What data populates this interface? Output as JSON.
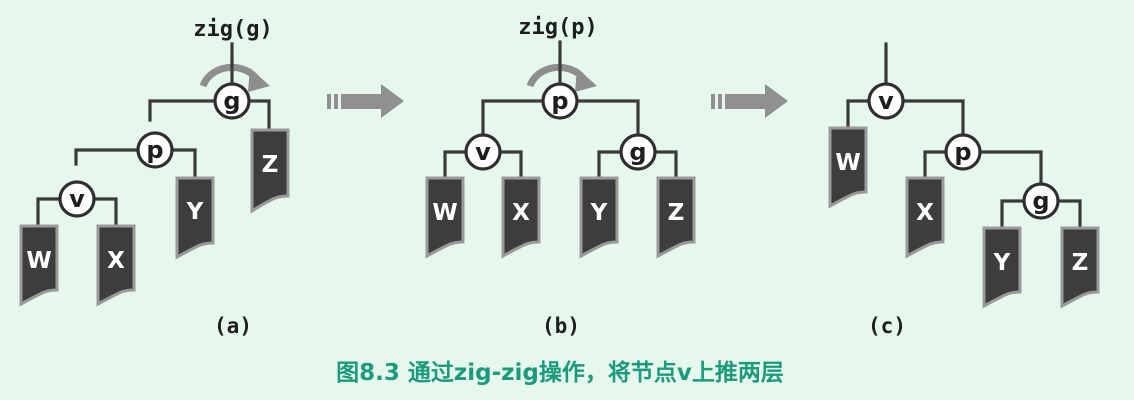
{
  "figure": {
    "caption": "图8.3  通过zig-zig操作，将节点v上推两层",
    "panels": [
      {
        "id": "a",
        "sublabel": "(a)",
        "operation": "zig(g)",
        "nodes": [
          "g",
          "p",
          "v"
        ],
        "leaves": [
          "W",
          "X",
          "Y",
          "Z"
        ]
      },
      {
        "id": "b",
        "sublabel": "(b)",
        "operation": "zig(p)",
        "nodes": [
          "p",
          "v",
          "g"
        ],
        "leaves": [
          "W",
          "X",
          "Y",
          "Z"
        ]
      },
      {
        "id": "c",
        "sublabel": "(c)",
        "operation": "",
        "nodes": [
          "v",
          "p",
          "g"
        ],
        "leaves": [
          "W",
          "X",
          "Y",
          "Z"
        ]
      }
    ]
  }
}
